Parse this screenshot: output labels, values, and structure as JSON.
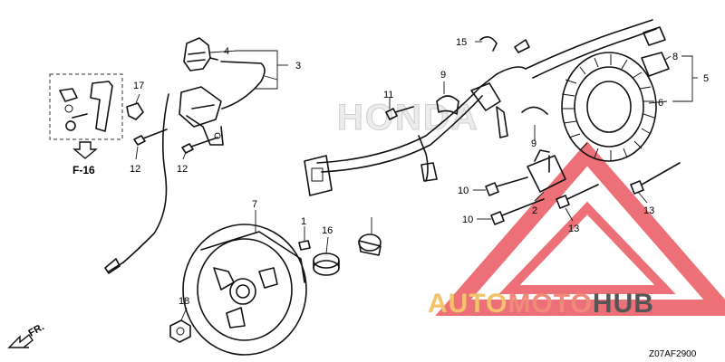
{
  "callouts": [
    {
      "id": "c1",
      "text": "1"
    },
    {
      "id": "c2",
      "text": "2"
    },
    {
      "id": "c3",
      "text": "3"
    },
    {
      "id": "c4",
      "text": "4"
    },
    {
      "id": "c5",
      "text": "5"
    },
    {
      "id": "c6",
      "text": "6"
    },
    {
      "id": "c7",
      "text": "7"
    },
    {
      "id": "c8",
      "text": "8"
    },
    {
      "id": "c9a",
      "text": "9"
    },
    {
      "id": "c9b",
      "text": "9"
    },
    {
      "id": "c10a",
      "text": "10"
    },
    {
      "id": "c10b",
      "text": "10"
    },
    {
      "id": "c11",
      "text": "11"
    },
    {
      "id": "c12a",
      "text": "12"
    },
    {
      "id": "c12b",
      "text": "12"
    },
    {
      "id": "c13a",
      "text": "13"
    },
    {
      "id": "c13b",
      "text": "13"
    },
    {
      "id": "c15",
      "text": "15"
    },
    {
      "id": "c16",
      "text": "16"
    },
    {
      "id": "c17",
      "text": "17"
    },
    {
      "id": "c18",
      "text": "18"
    }
  ],
  "reference_label": "F-16",
  "front_indicator": "FR.",
  "diagram_code": "Z07AF2900",
  "watermark": {
    "part1": "AUTO",
    "part2": "MOTO",
    "part3": "HUB",
    "color1": "#f2c36b",
    "color2": "#f08a7a",
    "color3": "#555555",
    "triangle_color": "#e8414b"
  },
  "background_brand": "HONDA"
}
